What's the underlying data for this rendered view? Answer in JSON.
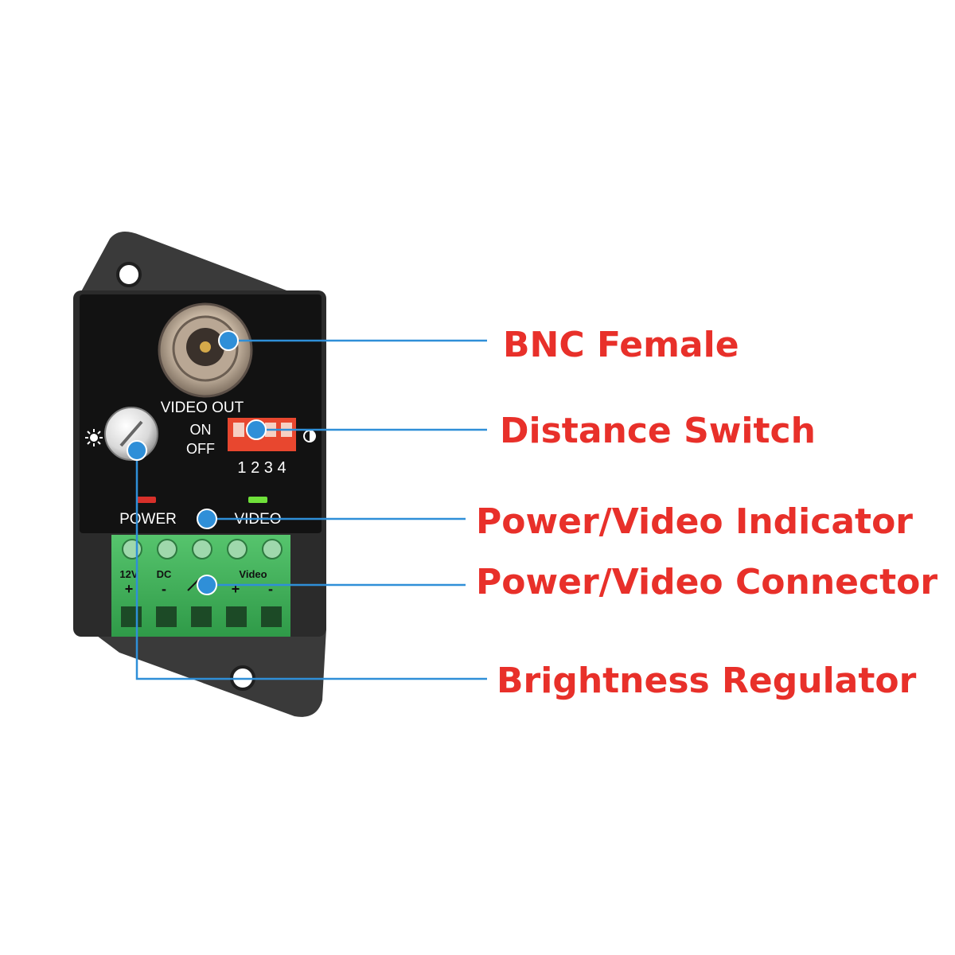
{
  "device": {
    "panel_labels": {
      "video_out": "VIDEO OUT",
      "on": "ON",
      "off": "OFF",
      "switch_numbers": "1 2 3 4",
      "power": "POWER",
      "video": "VIDEO",
      "terminal_12v": "12V",
      "terminal_dc": "DC",
      "terminal_video": "Video",
      "plus_1": "+",
      "minus_1": "-",
      "plus_2": "+",
      "minus_2": "-"
    }
  },
  "callouts": {
    "bnc": "BNC Female",
    "distance": "Distance Switch",
    "indicator": "Power/Video Indicator",
    "connector": "Power/Video Connector",
    "brightness": "Brightness Regulator"
  },
  "colors": {
    "callout_text": "#e8302a",
    "leader_line": "#2f8fd8",
    "housing": "#2b2b2b",
    "panel": "#121212",
    "terminal_block": "#3fae5a",
    "power_led": "#d8302a",
    "video_led": "#6fe03a"
  }
}
